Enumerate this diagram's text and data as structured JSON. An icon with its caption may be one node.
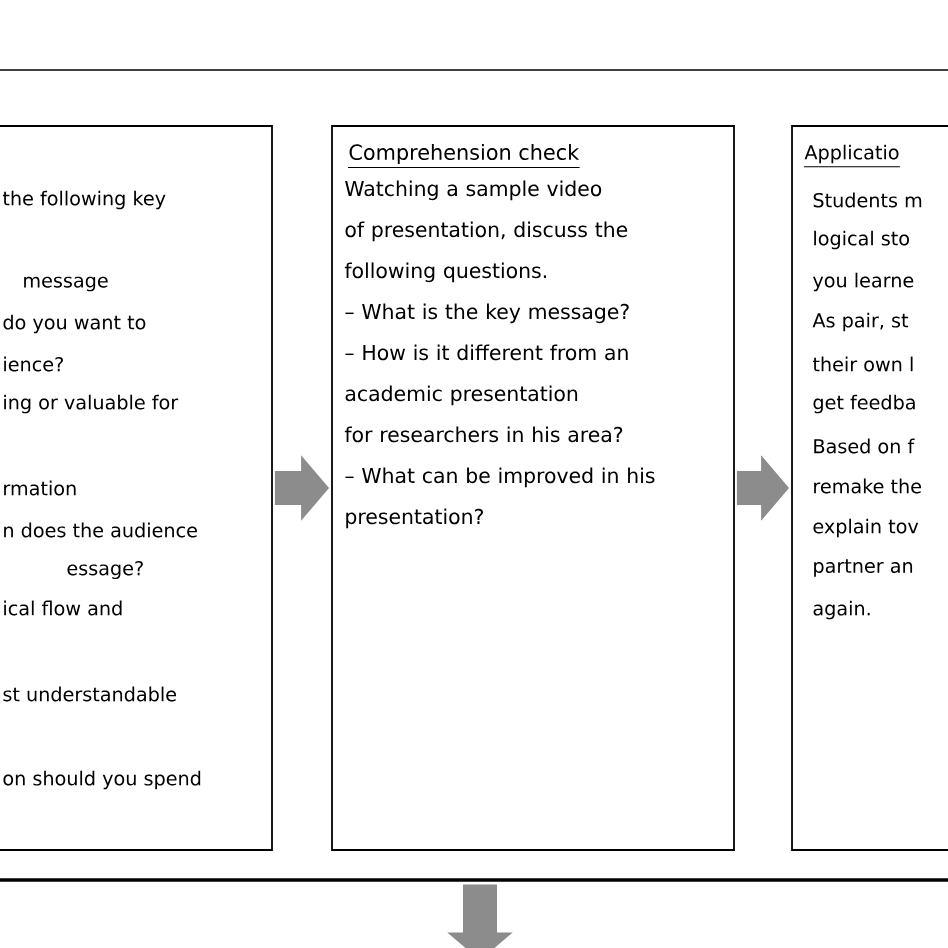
{
  "diagram": {
    "nodes": [
      {
        "text": [],
        "shape": "box"
      },
      {
        "text": [
          "the following key",
          "message",
          "do you want to",
          "ience?",
          "ing or valuable for",
          "rmation",
          "n does the audience",
          "essage?",
          "ical flow and",
          "st understandable",
          "on should you spend"
        ],
        "in": 0
      },
      {
        "text": [
          "Comprehension check",
          "Watching a sample video of presentation, discuss the following questions.",
          "– What is the key message?",
          "– How is it different from an academic presentation",
          "for researchers in his area?",
          "– What can be improved in his presentation?"
        ],
        "in": 0
      },
      {
        "text": [
          "Applicatio",
          "Students m",
          "logical sto",
          "you learne",
          "As pair, st",
          "their own l",
          "get feedba",
          "Based on f",
          "remake the",
          "explain tov",
          "partner an",
          "again."
        ],
        "in": 0
      }
    ],
    "edges": [
      {
        "from": 1,
        "to": 2,
        "arrow": "to"
      },
      {
        "from": 2,
        "to": 3,
        "arrow": "to"
      },
      {
        "from": 0,
        "to": null,
        "arrow": "to"
      }
    ]
  }
}
